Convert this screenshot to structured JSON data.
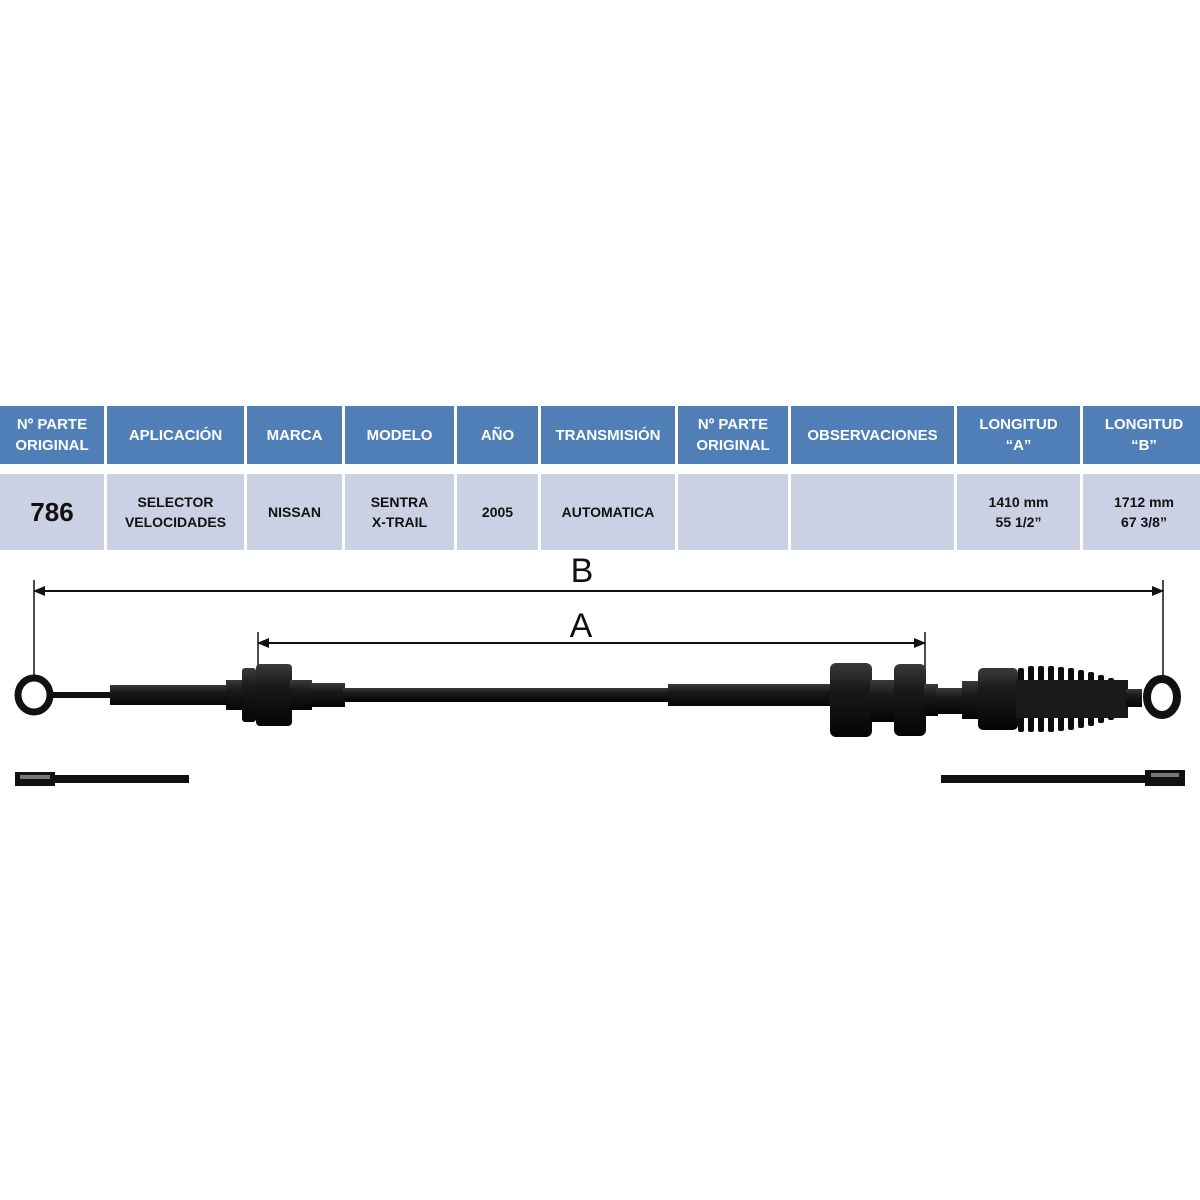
{
  "table": {
    "headers": [
      "Nº PARTE\nORIGINAL",
      "APLICACIÓN",
      "MARCA",
      "MODELO",
      "AÑO",
      "TRANSMISIÓN",
      "Nº PARTE\nORIGINAL",
      "OBSERVACIONES",
      "LONGITUD\n“A”",
      "LONGITUD\n“B”"
    ],
    "row": [
      "786",
      "SELECTOR\nVELOCIDADES",
      "NISSAN",
      "SENTRA\nX-TRAIL",
      "2005",
      "AUTOMATICA",
      "",
      "",
      "1410 mm\n55 1/2”",
      "1712 mm\n67 3/8”"
    ]
  },
  "diagram": {
    "label_a": "A",
    "label_b": "B"
  },
  "colors": {
    "header_bg": "#4f7fb6",
    "row_bg": "#cbd1e4",
    "cable": "#111111"
  }
}
